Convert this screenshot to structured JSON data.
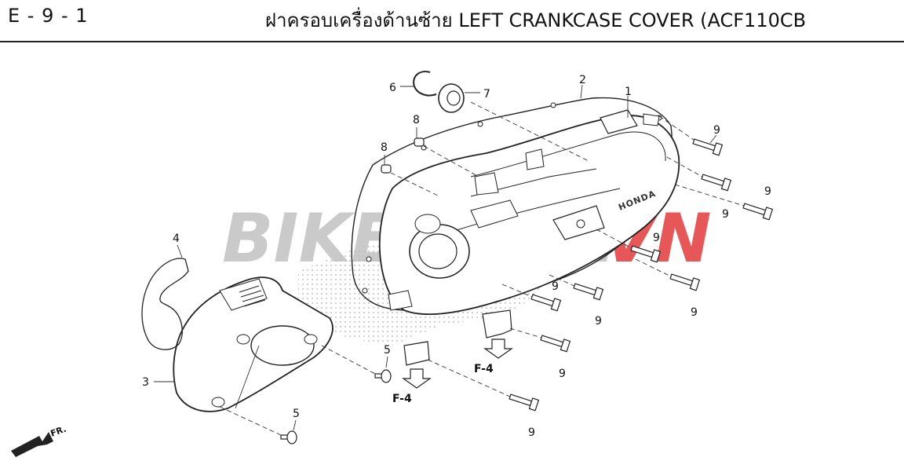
{
  "header": {
    "section_code": "E - 9 - 1",
    "title": "ฝาครอบเครื่องด้านซ้าย  LEFT CRANKCASE COVER (ACF110CB"
  },
  "watermark": {
    "text_main": "BIKESHOP.",
    "text_accent": "VN",
    "main_color": "#b9b9b9",
    "accent_color": "#e02020"
  },
  "diagram": {
    "cover_brand": "HONDA",
    "callouts": {
      "c1": "1",
      "c2": "2",
      "c3": "3",
      "c4": "4",
      "c5a": "5",
      "c5b": "5",
      "c6": "6",
      "c7": "7",
      "c8a": "8",
      "c8b": "8",
      "c9a": "9",
      "c9b": "9",
      "c9c": "9",
      "c9d": "9",
      "c9e": "9",
      "c9f": "9",
      "c9g": "9",
      "c9h": "9",
      "c9i": "9"
    },
    "ref_left": "F-4",
    "ref_right": "F-4",
    "front_label": "FR."
  },
  "colors": {
    "line": "#222222",
    "background": "#ffffff"
  }
}
